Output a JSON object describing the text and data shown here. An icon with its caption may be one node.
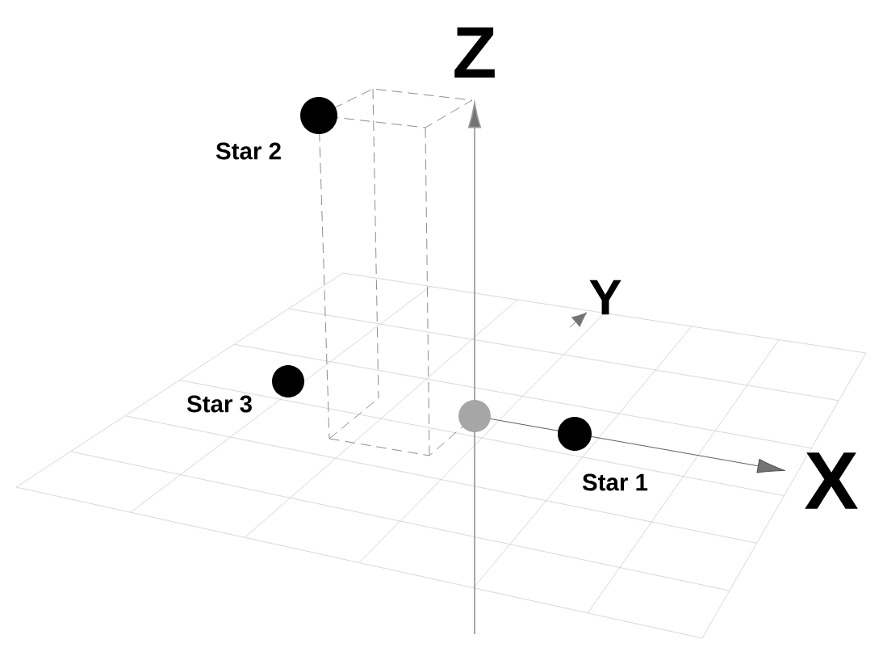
{
  "diagram": {
    "nodes": [
      {
        "text": [],
        "shape": "circle",
        "beside": [
          "Star 2"
        ]
      },
      {
        "text": [],
        "shape": "circle",
        "beside": [
          "Star 3"
        ]
      },
      {
        "text": [],
        "shape": "circle"
      },
      {
        "text": [],
        "shape": "circle",
        "beside": [
          "Star 1"
        ]
      }
    ],
    "edges": [],
    "labels": [
      "Z",
      "Y",
      "X"
    ]
  }
}
